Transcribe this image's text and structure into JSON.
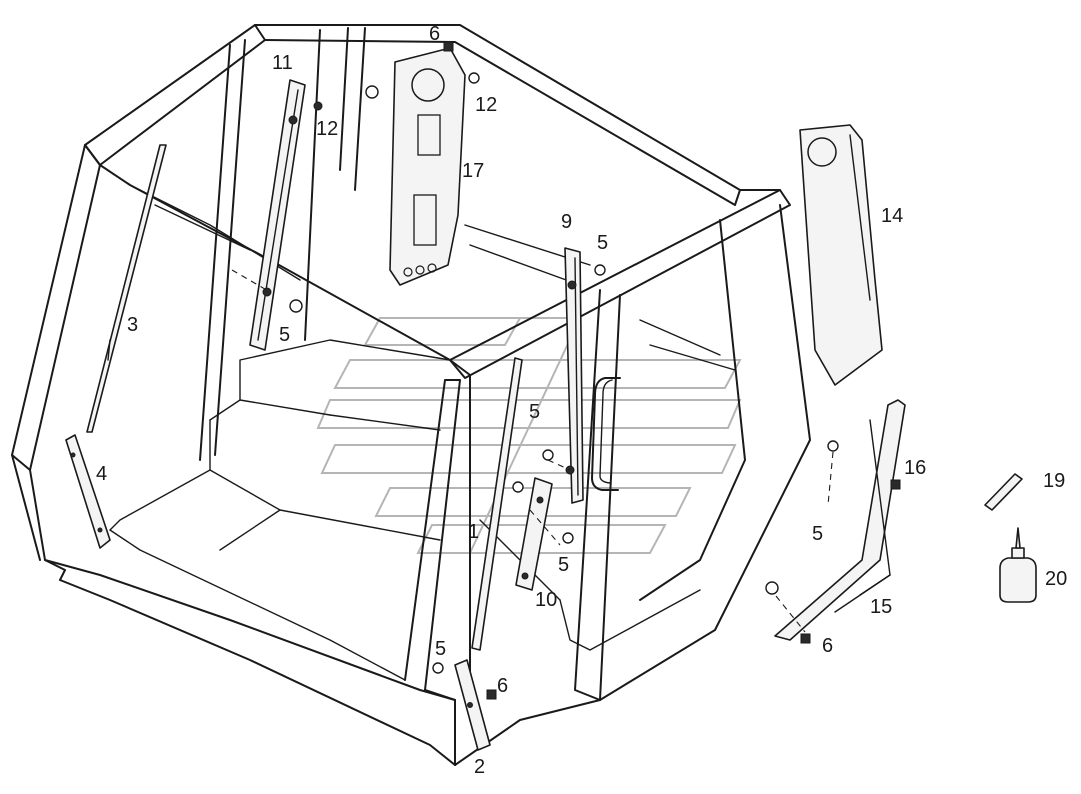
{
  "diagram": {
    "callouts": [
      {
        "id": "c1",
        "text": "1"
      },
      {
        "id": "c2",
        "text": "2"
      },
      {
        "id": "c3",
        "text": "3"
      },
      {
        "id": "c4",
        "text": "4"
      },
      {
        "id": "c5a",
        "text": "5"
      },
      {
        "id": "c5b",
        "text": "5"
      },
      {
        "id": "c5c",
        "text": "5"
      },
      {
        "id": "c5d",
        "text": "5"
      },
      {
        "id": "c5e",
        "text": "5"
      },
      {
        "id": "c5f",
        "text": "5"
      },
      {
        "id": "c6a",
        "text": "6"
      },
      {
        "id": "c6b",
        "text": "6"
      },
      {
        "id": "c6c",
        "text": "6"
      },
      {
        "id": "c9",
        "text": "9"
      },
      {
        "id": "c10",
        "text": "10"
      },
      {
        "id": "c11",
        "text": "11"
      },
      {
        "id": "c12a",
        "text": "12"
      },
      {
        "id": "c12b",
        "text": "12"
      },
      {
        "id": "c14",
        "text": "14"
      },
      {
        "id": "c15",
        "text": "15"
      },
      {
        "id": "c16",
        "text": "16"
      },
      {
        "id": "c17",
        "text": "17"
      },
      {
        "id": "c19",
        "text": "19"
      },
      {
        "id": "c20",
        "text": "20"
      }
    ]
  }
}
